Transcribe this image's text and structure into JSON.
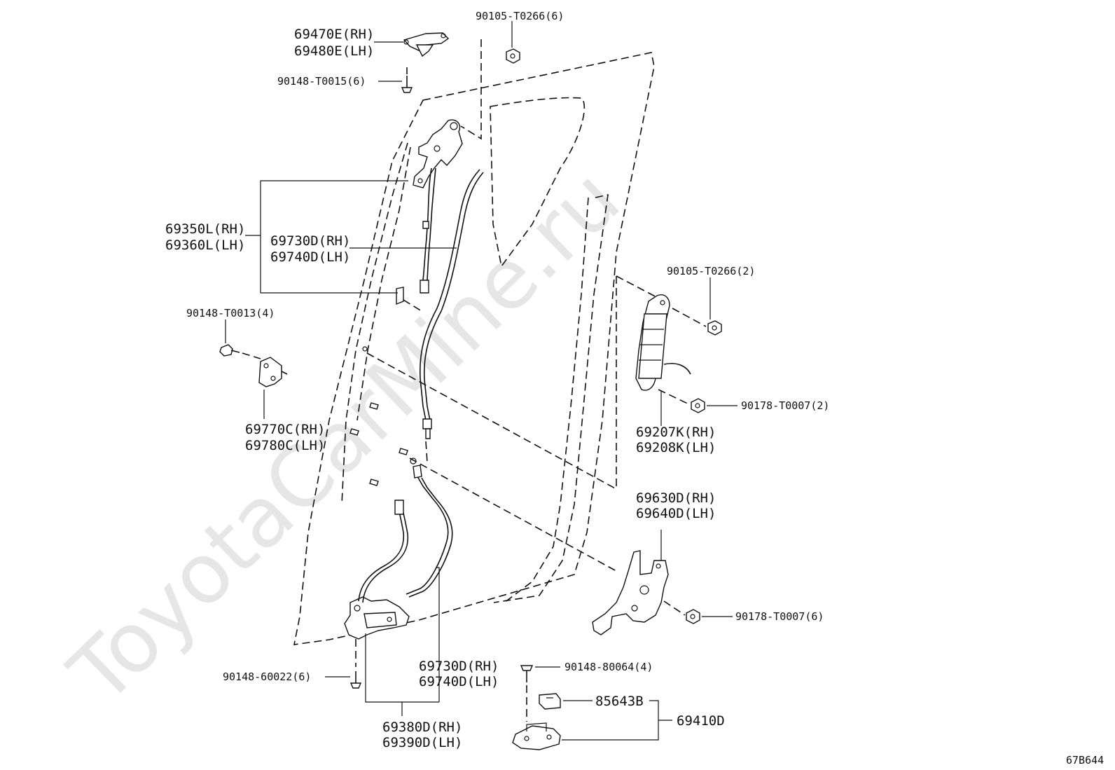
{
  "watermark": "ToyotaCarMine.ru",
  "diagram_code": "67B644",
  "labels": {
    "p69470E_RH": "69470E(RH)",
    "p69480E_LH": "69480E(LH)",
    "p90105_T0266_top": "90105-T0266(6)",
    "p90148_T0015": "90148-T0015(6)",
    "p69350L_RH": "69350L(RH)",
    "p69360L_LH": "69360L(LH)",
    "p69730D_RH_top": "69730D(RH)",
    "p69740D_LH_top": "69740D(LH)",
    "p90148_T0013": "90148-T0013(4)",
    "p69770C_RH": "69770C(RH)",
    "p69780C_LH": "69780C(LH)",
    "p90105_T0266_right": "90105-T0266(2)",
    "p90178_T0007_2": "90178-T0007(2)",
    "p69207K_RH": "69207K(RH)",
    "p69208K_LH": "69208K(LH)",
    "p69630D_RH": "69630D(RH)",
    "p69640D_LH": "69640D(LH)",
    "p90178_T0007_6": "90178-T0007(6)",
    "p90148_60022": "90148-60022(6)",
    "p69730D_RH_bottom": "69730D(RH)",
    "p69740D_LH_bottom": "69740D(LH)",
    "p90148_80064": "90148-80064(4)",
    "p85643B": "85643B",
    "p69410D": "69410D",
    "p69380D_RH": "69380D(RH)",
    "p69390D_LH": "69390D(LH)"
  }
}
